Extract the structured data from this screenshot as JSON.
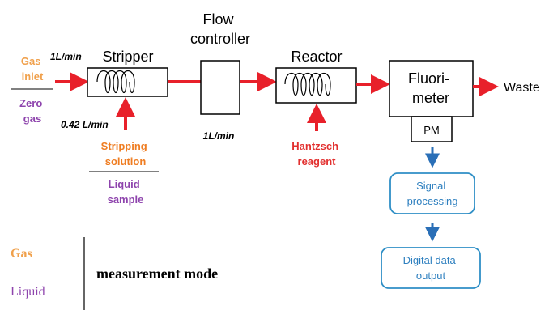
{
  "colors": {
    "arrow_red": "#e8202a",
    "arrow_blue": "#2a6fb7",
    "gas_orange": "#f0a04b",
    "liquid_purple": "#8e44ad",
    "reagent_red": "#e2302f",
    "stripping_orange": "#ef7d22",
    "box_stroke": "#000000",
    "blue_box_stroke": "#2f8fc6",
    "blue_text": "#2d7fbf"
  },
  "inputs": {
    "gas_inlet": "Gas inlet",
    "zero_gas": "Zero gas",
    "flow_1": "1L/min",
    "flow_042": "0.42 L/min",
    "stripping_solution": "Stripping solution",
    "liquid_sample": "Liquid sample"
  },
  "components": {
    "stripper": "Stripper",
    "flow_controller": "Flow controller",
    "flow_controller_rate": "1L/min",
    "reactor": "Reactor",
    "hantzsch_reagent": "Hantzsch reagent",
    "fluorimeter": "Fluori- meter",
    "pm": "PM",
    "waste": "Waste",
    "signal_processing": "Signal processing",
    "digital_output": "Digital data output"
  },
  "legend": {
    "gas": "Gas",
    "liquid": "Liquid",
    "mode": "measurement mode"
  }
}
